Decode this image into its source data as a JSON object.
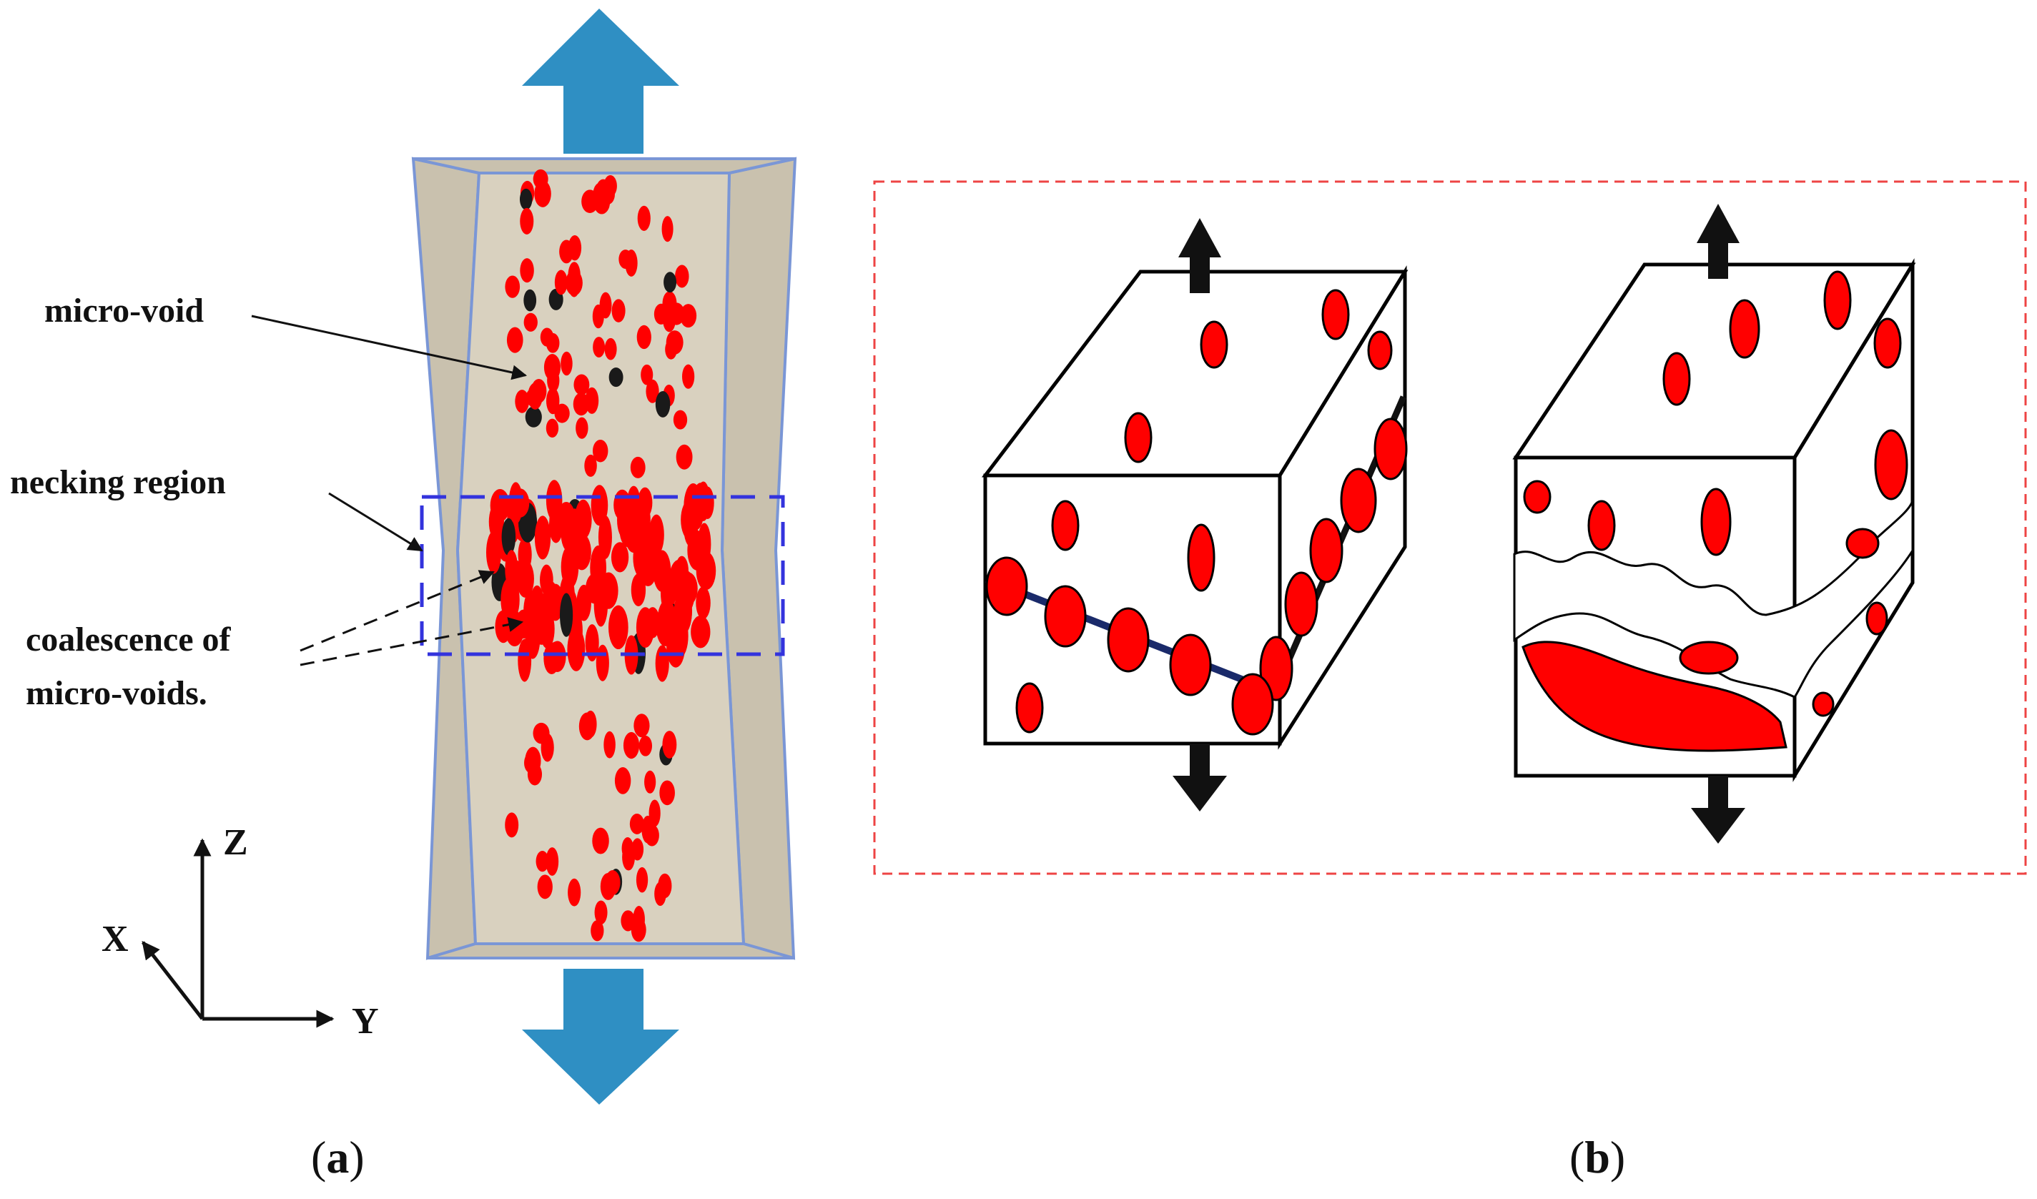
{
  "panel_a": {
    "labels": {
      "micro_void": "micro-void",
      "necking_region": "necking region",
      "coalescence_line1": "coalescence of",
      "coalescence_line2": "micro-voids."
    },
    "axes": {
      "z": "Z",
      "x": "X",
      "y": "Y"
    },
    "caption": {
      "open": "(",
      "letter": "a",
      "close": ")"
    }
  },
  "panel_b": {
    "caption": {
      "open": "(",
      "letter": "b",
      "close": ")"
    }
  },
  "colors": {
    "load_arrow": "#2f8fc3",
    "specimen_face": "#d9d1bf",
    "specimen_side": "#c9c1ae",
    "specimen_edge": "#7a96d6",
    "void": "#ff0000",
    "void_dark": "#1a1a1a",
    "necking_box": "#3333dd",
    "panel_b_border": "#ee4444",
    "crack_line": "#1a2a6a"
  },
  "icons": {
    "load_arrows": "double-headed-arrow-icon",
    "axis_triad": "xyz-axis-icon"
  }
}
